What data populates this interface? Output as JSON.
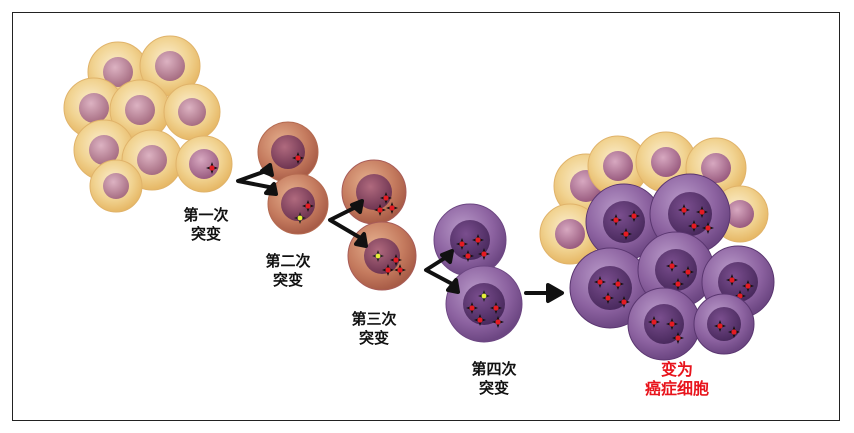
{
  "labels": {
    "first": {
      "line1": "第一次",
      "line2": "突变"
    },
    "second": {
      "line1": "第二次",
      "line2": "突变"
    },
    "third": {
      "line1": "第三次",
      "line2": "突变"
    },
    "fourth": {
      "line1": "第四次",
      "line2": "突变"
    },
    "result": {
      "line1": "变为",
      "line2": "癌症细胞"
    }
  },
  "colors": {
    "normal_cell": "#f2d58c",
    "normal_nucleus": "#a76c8a",
    "mutating_cell": "#c47a5e",
    "cancer_cell": "#8c62a0",
    "mutation_mark": "#e31b23",
    "new_mutation_mark": "#e6ef3a",
    "result_text": "#e8141c"
  }
}
